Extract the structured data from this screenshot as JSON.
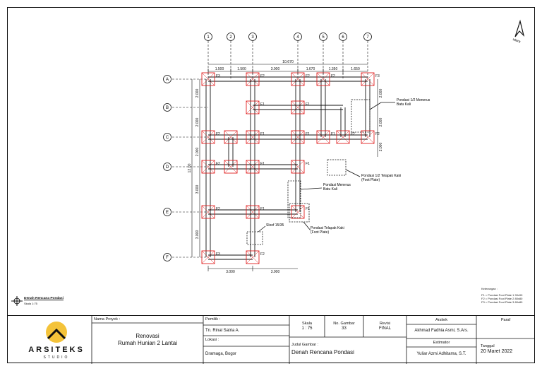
{
  "north_label": "utara",
  "axes": {
    "vertical": [
      "1",
      "2",
      "3",
      "4",
      "5",
      "6",
      "7"
    ],
    "horizontal": [
      "A",
      "B",
      "C",
      "D",
      "E",
      "F"
    ]
  },
  "top_dims": {
    "total": "10.670",
    "segments": [
      "1.500",
      "1.500",
      "3.000",
      "1.670",
      "1.350",
      "1.650"
    ]
  },
  "left_dims": {
    "total": "12.00",
    "segments": [
      "2.000",
      "2.000",
      "2.000",
      "3.000",
      "3.000"
    ]
  },
  "right_dims": {
    "segments": [
      "2.000",
      "2.000",
      "2.000"
    ]
  },
  "bottom_dims": {
    "segments": [
      "3.000",
      "3.000"
    ]
  },
  "foot_labels": [
    "F1",
    "F2",
    "F3"
  ],
  "annotations": {
    "pondasi_half_menerus": "Pondasi 1/2 Menerus\nBatu Kali",
    "pondasi_half_telapak": "Pondasi 1/2 Telapak Kaki\n(Foot Plate)",
    "pondasi_menerus": "Pondasi Menerus\nBatu Kali",
    "pondasi_telapak": "Pondasi Telapak Kaki\n(Foot Plate)",
    "sloof": "Sloof 15/35"
  },
  "legend": {
    "title": "Keterangan :",
    "items": [
      "F1 = Pondasi Foot Plate 1 90x90",
      "F2 = Pondasi Foot Plate 2 80x80",
      "F3 = Pondasi Foot Plate 3 80x80"
    ]
  },
  "plan_caption": {
    "title": "Denah Rencana Pondasi",
    "scale": "Skala 1:75"
  },
  "title_block": {
    "logo_name": "ARSITEKS",
    "logo_sub": "STUDIO",
    "project_label": "Nama Proyek :",
    "project_name": "Renovasi\nRumah Hunian 2 Lantai",
    "owner_label": "Pemilik :",
    "owner": "Tn. Rinal Satria A.",
    "location_label": "Lokasi :",
    "location": "Dramaga, Bogor",
    "scale_label": "Skala",
    "scale": "1 : 75",
    "drawing_no_label": "No. Gambar",
    "drawing_no": "33",
    "revision_label": "Revisi",
    "revision": "FINAL",
    "drawing_title_label": "Judul Gambar :",
    "drawing_title": "Denah Rencana Pondasi",
    "architect_label": "Arsitek",
    "architect": "Akhmad Fadhia Asmi, S.Ars.",
    "estimator_label": "Estimator",
    "estimator": "Yuliar Azmi Adhitama, S.T.",
    "paraf_label": "Paraf",
    "date_label": "Tanggal",
    "date": "20 Maret 2022"
  },
  "colors": {
    "footing": "#e02020",
    "line": "#111111"
  }
}
